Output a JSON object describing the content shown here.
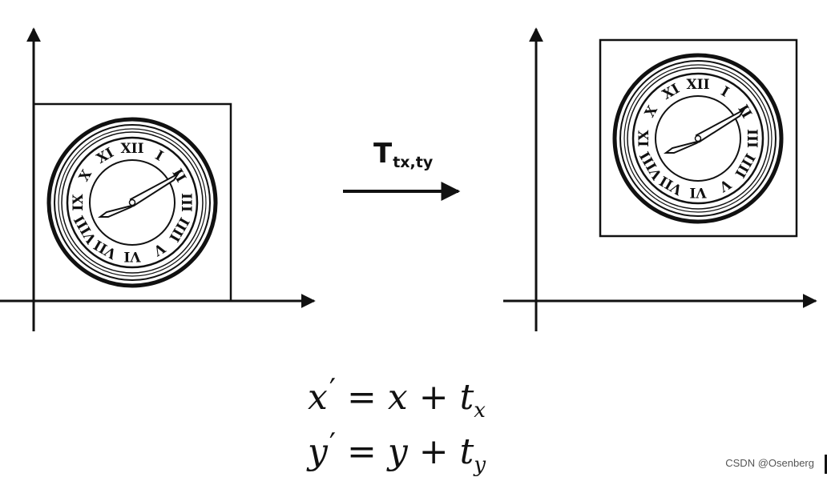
{
  "transform": {
    "symbol": "T",
    "subscript": "tx,ty"
  },
  "equations": {
    "eq1": {
      "lhs": "x",
      "prime": "′",
      "equals": "=",
      "rhs_var": "x",
      "plus": "+",
      "t": "t",
      "sub": "x"
    },
    "eq2": {
      "lhs": "y",
      "prime": "′",
      "equals": "=",
      "rhs_var": "y",
      "plus": "+",
      "t": "t",
      "sub": "y"
    }
  },
  "roman_numerals": [
    "XII",
    "I",
    "II",
    "III",
    "IIII",
    "V",
    "VI",
    "VII",
    "VIII",
    "IX",
    "X",
    "XI"
  ],
  "watermark": "CSDN @Osenberg",
  "colors": {
    "stroke": "#111111",
    "background": "#ffffff"
  },
  "icons": {
    "clock": "clock-icon",
    "arrow": "arrow-right-icon"
  }
}
